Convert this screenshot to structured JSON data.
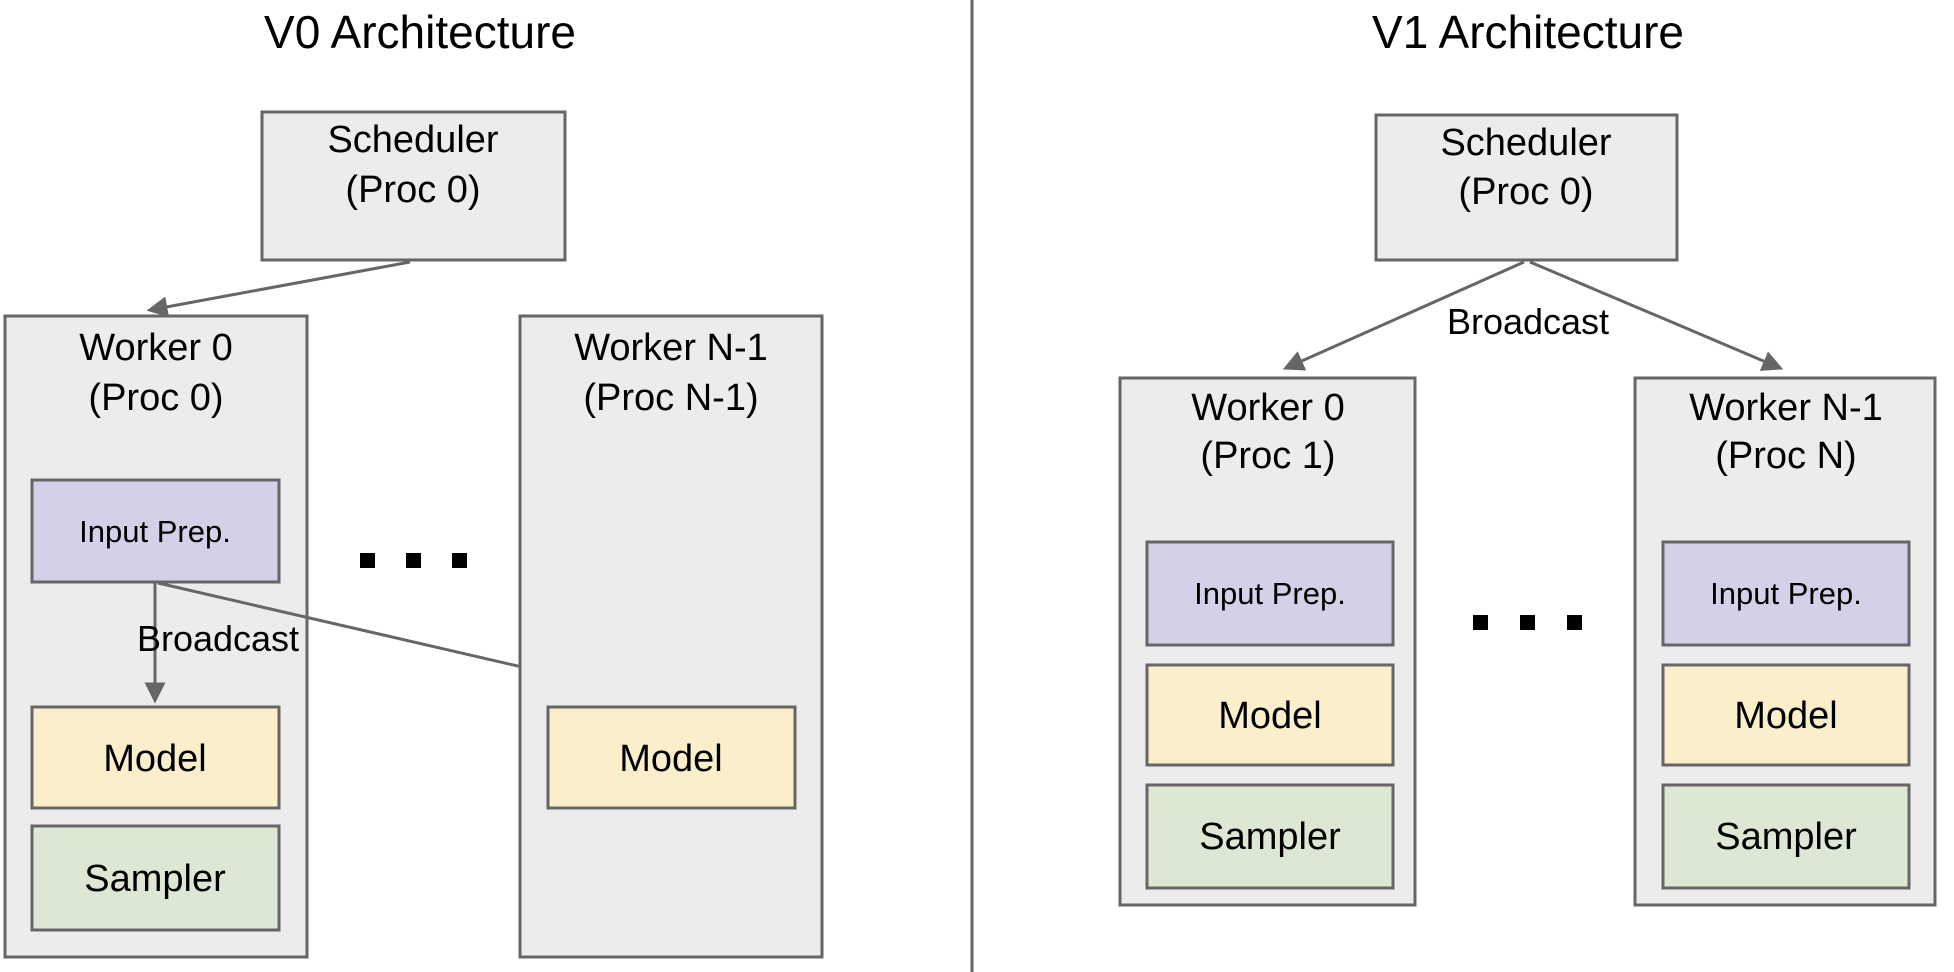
{
  "panels": [
    {
      "id": "v0",
      "title": "V0 Architecture",
      "scheduler": {
        "line1": "Scheduler",
        "line2": "(Proc 0)"
      },
      "workers": [
        {
          "line1": "Worker 0",
          "line2": "(Proc 0)",
          "components": [
            "Input Prep.",
            "Model",
            "Sampler"
          ]
        },
        {
          "line1": "Worker N-1",
          "line2": "(Proc N-1)",
          "components": [
            "Model"
          ]
        }
      ],
      "edge_labels": {
        "broadcast": "Broadcast"
      },
      "ellipsis": "..."
    },
    {
      "id": "v1",
      "title": "V1 Architecture",
      "scheduler": {
        "line1": "Scheduler",
        "line2": "(Proc 0)"
      },
      "workers": [
        {
          "line1": "Worker 0",
          "line2": "(Proc 1)",
          "components": [
            "Input Prep.",
            "Model",
            "Sampler"
          ]
        },
        {
          "line1": "Worker N-1",
          "line2": "(Proc N)",
          "components": [
            "Input Prep.",
            "Model",
            "Sampler"
          ]
        }
      ],
      "edge_labels": {
        "broadcast": "Broadcast"
      },
      "ellipsis": "..."
    }
  ],
  "colors": {
    "container_fill": "#ececec",
    "node_fill": "#ececec",
    "input_prep_fill": "#d5cfe8",
    "model_fill": "#faeecb",
    "sampler_fill": "#dce8d4",
    "stroke": "#666666",
    "text": "#000000",
    "background": "#ffffff"
  }
}
